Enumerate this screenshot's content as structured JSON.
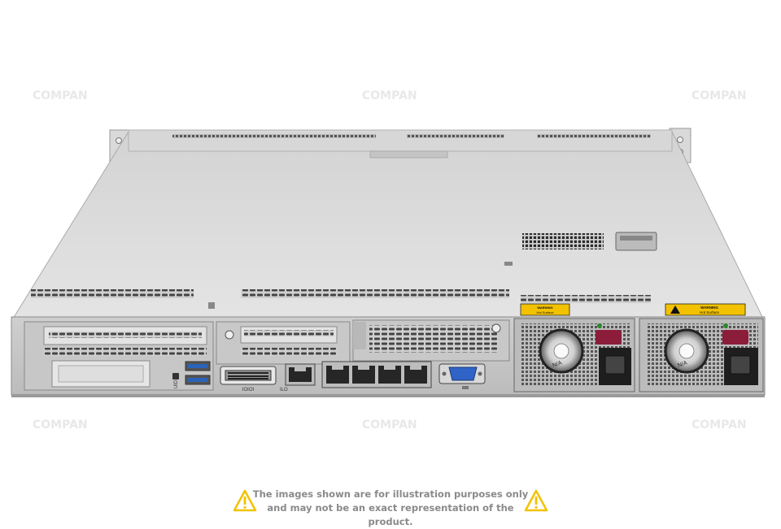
{
  "port_labels": {
    "uid": "UID",
    "dedicated_ilo": "ILO",
    "serial": "IOIOI"
  },
  "psu_warning_labels": [
    {
      "title": "WARNING",
      "text": "Hot Surface"
    },
    {
      "title": "WARNING",
      "text": "Hot Surface"
    }
  ],
  "psu_labels": [
    "N/A",
    "N/A"
  ],
  "watermark": {
    "text": "COMPAN",
    "color": "#e6e6e6"
  },
  "disclaimer": {
    "line1": "The images shown are for illustration purposes only",
    "line2": "and may not be an exact representation of the product.",
    "icon": "warning-triangle-icon",
    "color": "#8a8a8a",
    "icon_color": "#f2c200"
  },
  "colors": {
    "chassis": "#dadada",
    "usb_blue": "#2b63b8",
    "vga_blue": "#2f63c6",
    "psu_handle_red": "#8b1c3a",
    "psu_label_yellow": "#f2c200"
  }
}
